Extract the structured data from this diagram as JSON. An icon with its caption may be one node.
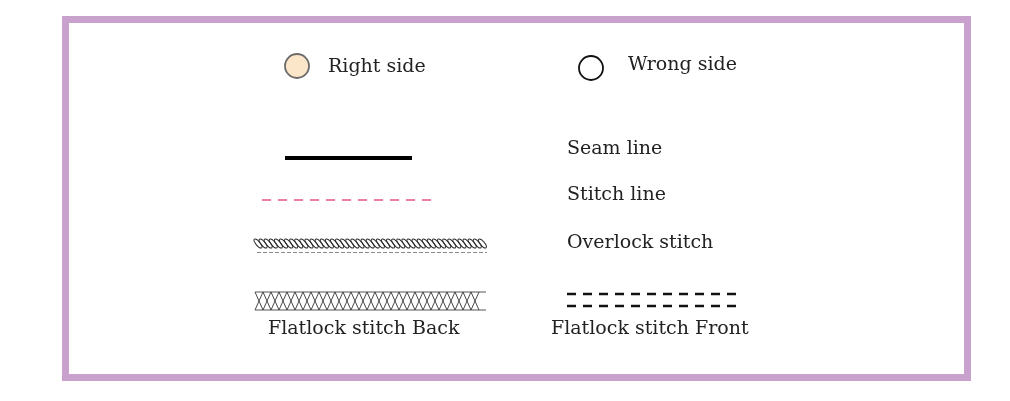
{
  "diagram": {
    "legend": [
      {
        "text": "Right side",
        "color": "#fce6c9"
      },
      {
        "text": "Wrong side"
      },
      {
        "text": "Seam line"
      },
      {
        "text": "Stitch line"
      },
      {
        "text": "Overlock stitch"
      },
      {
        "text": "Flatlock stitch Back"
      },
      {
        "text": "Flatlock stitch Front"
      }
    ]
  }
}
